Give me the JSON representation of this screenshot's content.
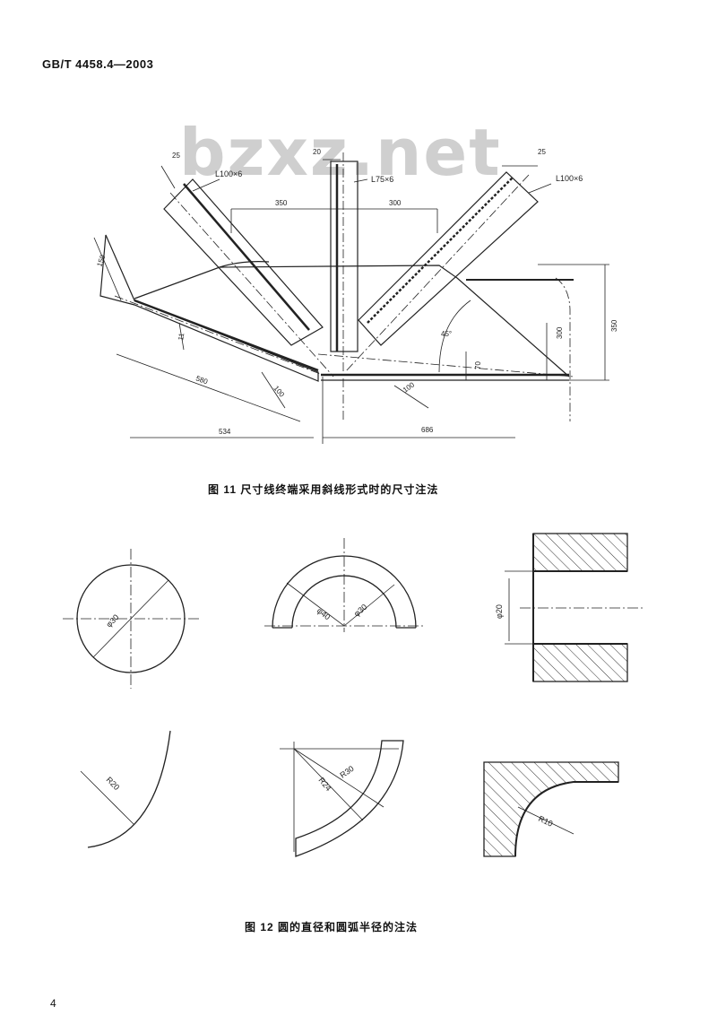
{
  "header": {
    "standard_code": "GB/T 4458.4—2003"
  },
  "watermark": "bzxz.net",
  "figure11": {
    "caption": "图 11   尺寸线终端采用斜线形式时的尺寸注法",
    "labels": {
      "d25_left": "25",
      "angle_left": "L100×6",
      "d20": "20",
      "angle_mid": "L75×6",
      "d25_right": "25",
      "angle_right": "L100×6",
      "d350_top": "350",
      "d300_top": "300",
      "d150": "150",
      "d11": "11",
      "d580": "580",
      "d100_left": "100",
      "d100_mid": "100",
      "d534": "534",
      "d686": "686",
      "d45": "45°",
      "d70": "70",
      "d300_right": "300",
      "d350_right": "350"
    }
  },
  "figure12": {
    "caption": "图 12   圆的直径和圆弧半径的注法",
    "labels": {
      "phi30_circle": "φ30",
      "phi40_arc": "φ40",
      "phi30_arc": "φ30",
      "phi20_hole": "φ20",
      "r20": "R20",
      "r30": "R30",
      "r24": "R24",
      "r10": "R10"
    }
  },
  "footer": {
    "page_number": "4"
  }
}
